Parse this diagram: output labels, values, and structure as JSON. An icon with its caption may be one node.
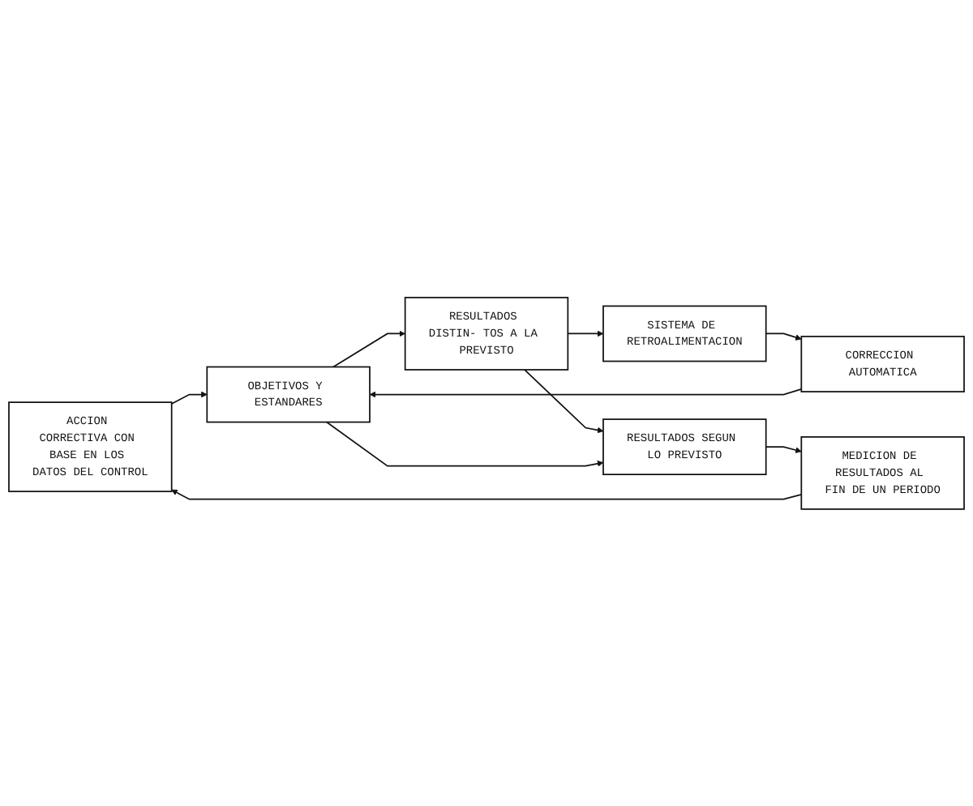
{
  "diagram": {
    "nodes": [
      {
        "text": [
          "ACCION CORRECTIVA CON BASE EN LOS DATOS DEL CONTROL"
        ]
      },
      {
        "text": [
          "MEDICION DE RESULTADOS AL FIN DE UN PERIODO"
        ]
      },
      {
        "text": [
          "CORRECCION AUTOMATICA"
        ]
      },
      {
        "text": [
          "SISTEMA DE RETROALIMENTACION"
        ]
      },
      {
        "text": [
          "OBJETIVOS Y ESTANDARES"
        ]
      },
      {
        "text": [
          "RESULTADOS DISTIN- TOS A LA PREVISTO"
        ]
      },
      {
        "text": [
          "RESULTADOS SEGUN LO PREVISTO"
        ]
      }
    ],
    "edges": [
      {
        "from": 1,
        "to": 0,
        "arrow": "to"
      },
      {
        "from": 0,
        "to": 4,
        "arrow": "to"
      },
      {
        "from": 3,
        "to": 2,
        "arrow": "to"
      },
      {
        "from": 2,
        "to": 4,
        "arrow": "to"
      },
      {
        "from": 4,
        "to": 5,
        "arrow": "to"
      },
      {
        "from": 5,
        "to": 3,
        "arrow": "to"
      },
      {
        "from": 5,
        "to": 6,
        "arrow": "to"
      },
      {
        "from": 4,
        "to": 6,
        "arrow": "to"
      },
      {
        "from": 6,
        "to": 1,
        "arrow": "to"
      }
    ]
  }
}
